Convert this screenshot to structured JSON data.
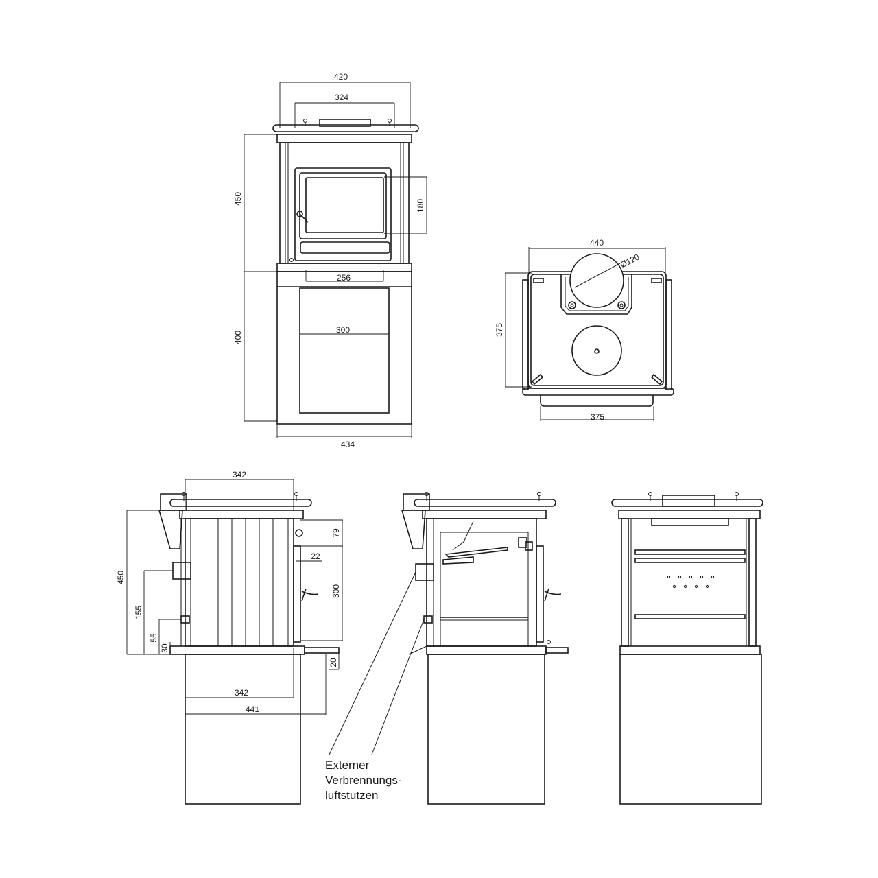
{
  "dims": {
    "front_outer_width": "420",
    "front_inner_width": "324",
    "front_upper_height": "450",
    "front_window_height": "180",
    "front_firebox_width": "256",
    "front_lower_height": "400",
    "front_door_width": "300",
    "front_base_width": "434",
    "top_width": "440",
    "top_flue_diameter": "Ø120",
    "top_depth": "375",
    "top_tray_width": "375",
    "side_top_width": "342",
    "side_height": "450",
    "side_79": "79",
    "side_22": "22",
    "side_300": "300",
    "side_155": "155",
    "side_55": "55",
    "side_30": "30",
    "side_20": "20",
    "side_342_lower": "342",
    "side_441": "441"
  },
  "note": {
    "line1": "Externer",
    "line2": "Verbrennungs-",
    "line3": "luftstutzen"
  },
  "colors": {
    "stroke": "#1a1a1a",
    "background": "#ffffff"
  }
}
